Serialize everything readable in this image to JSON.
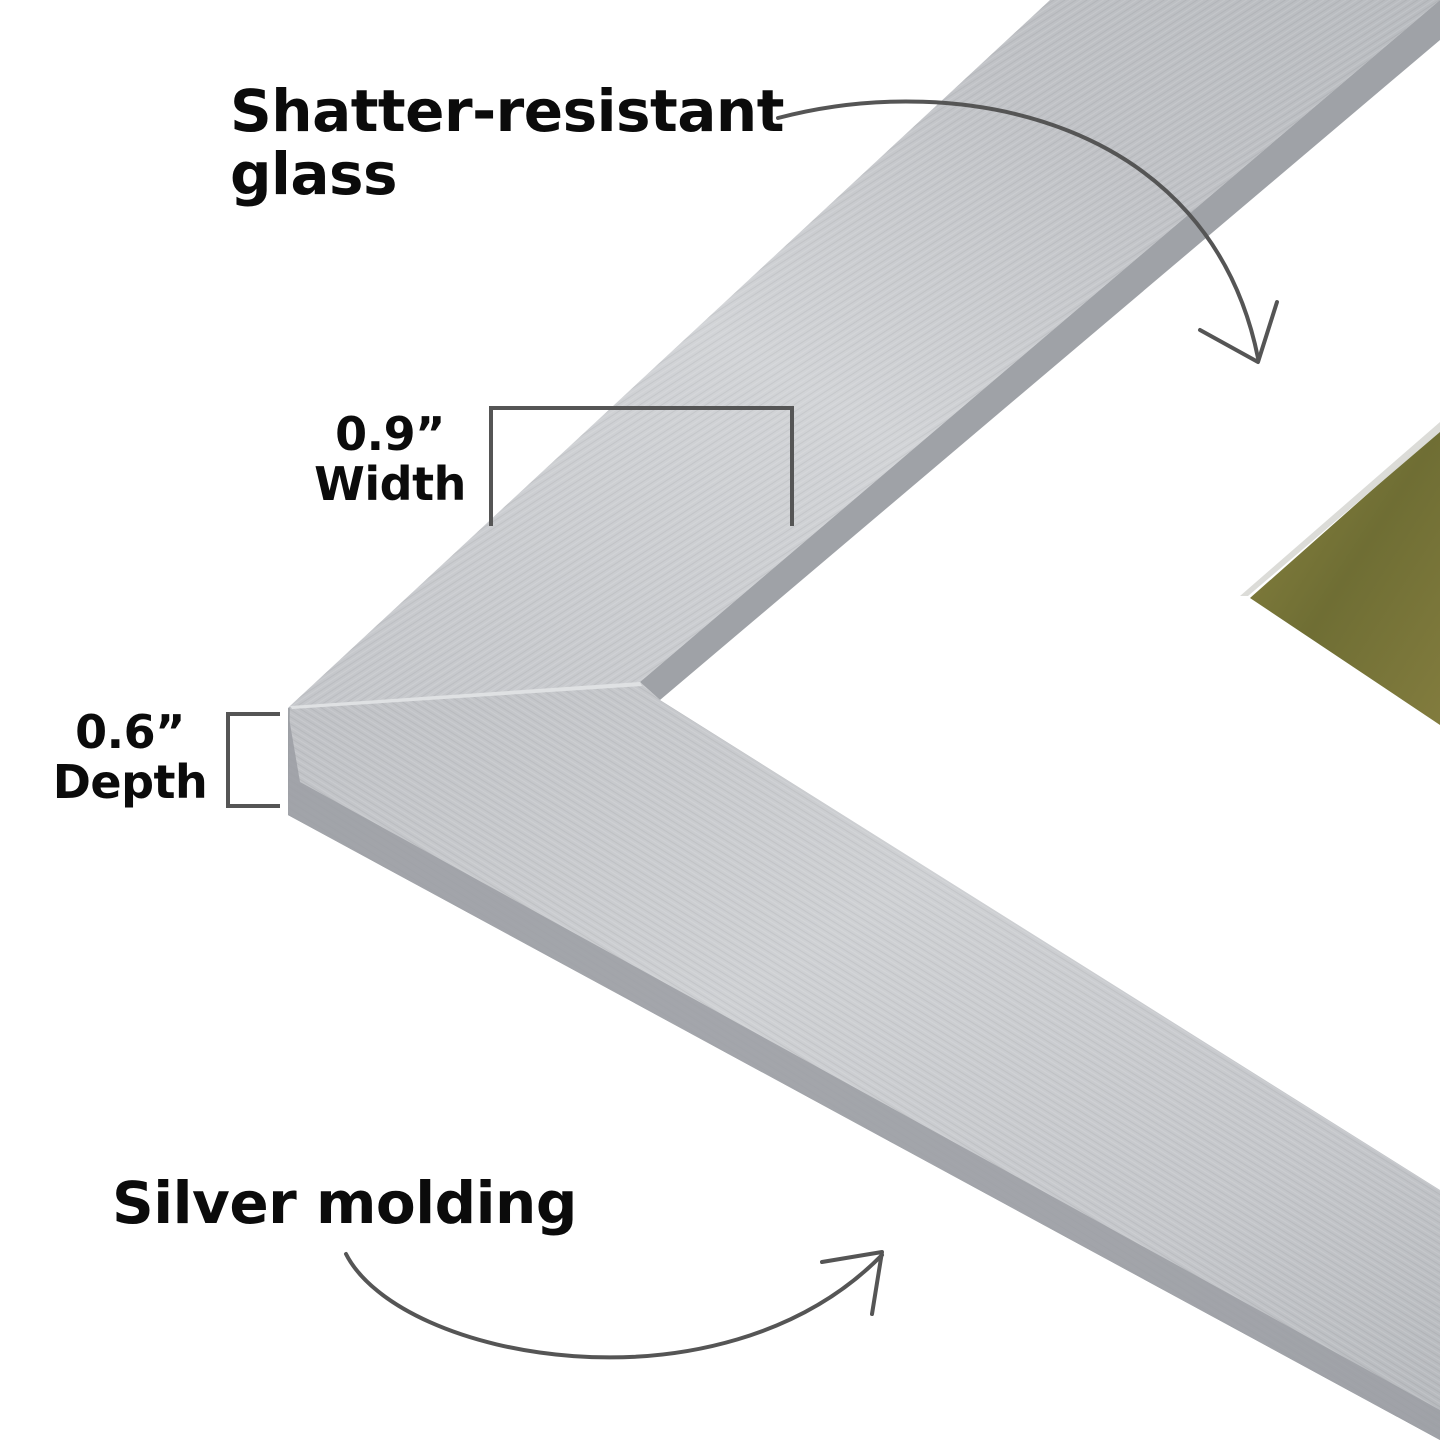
{
  "annotations": {
    "glass": {
      "line1": "Shatter-resistant",
      "line2": "glass"
    },
    "width": {
      "value": "0.9”",
      "label": "Width"
    },
    "depth": {
      "value": "0.6”",
      "label": "Depth"
    },
    "molding": {
      "text": "Silver molding"
    }
  },
  "colors": {
    "frame_light": "#c8cace",
    "frame_mid": "#b3b6bb",
    "frame_dark": "#8f9297",
    "mat": "#ffffff",
    "grass": "#7d7a3c",
    "annotation_line": "#555555",
    "text": "#0b0b0b"
  },
  "icons": [
    "curved-arrow-icon",
    "bracket-icon"
  ]
}
